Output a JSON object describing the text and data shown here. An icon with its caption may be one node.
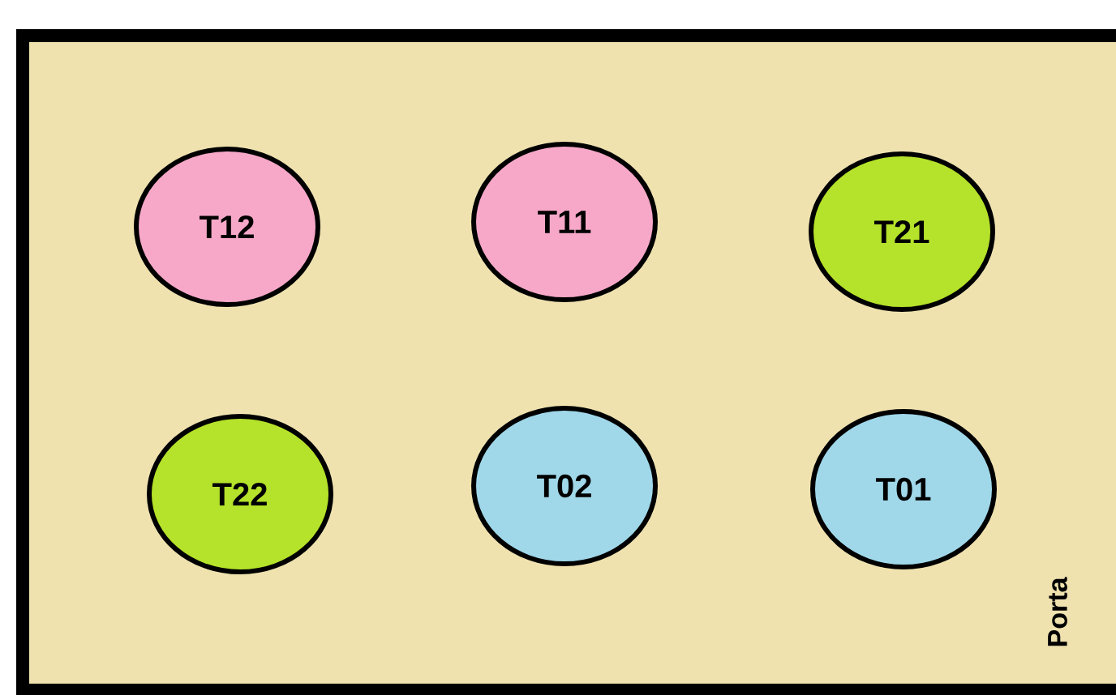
{
  "diagram": {
    "nodes": [
      {
        "text": [],
        "shape": "box"
      },
      {
        "text": [
          "T12"
        ],
        "in": 0
      },
      {
        "text": [
          "T11"
        ],
        "in": 0
      },
      {
        "text": [
          "T21"
        ],
        "in": 0
      },
      {
        "text": [
          "T22"
        ],
        "in": 0
      },
      {
        "text": [
          "T02"
        ],
        "in": 0
      },
      {
        "text": [
          "T01"
        ],
        "in": 0
      }
    ],
    "labels": [
      "Porta"
    ]
  }
}
